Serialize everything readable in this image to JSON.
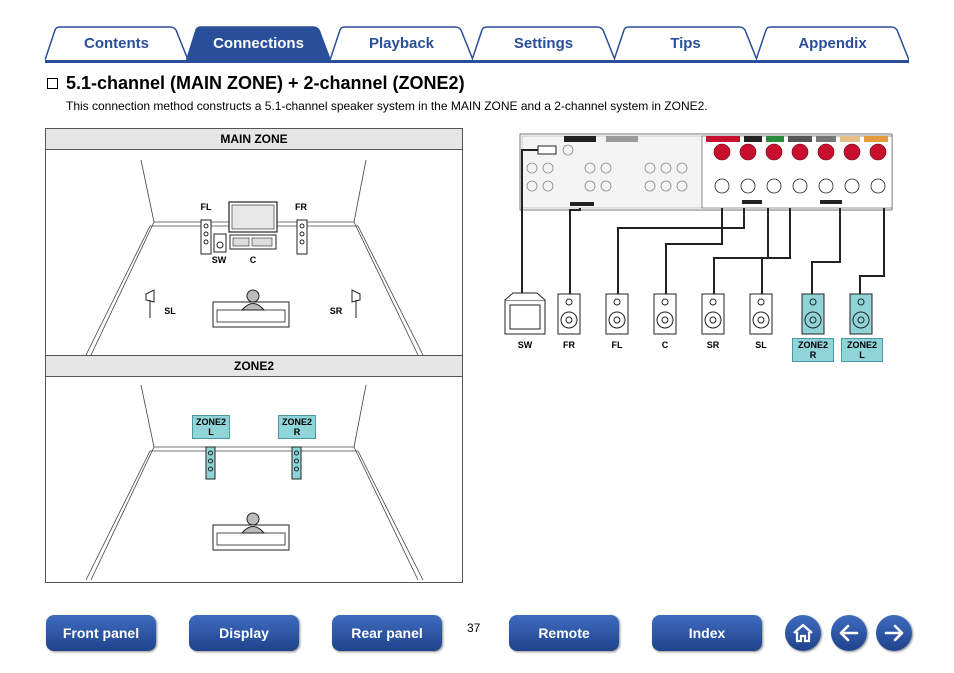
{
  "tabs": [
    {
      "label": "Contents",
      "active": false
    },
    {
      "label": "Connections",
      "active": true
    },
    {
      "label": "Playback",
      "active": false
    },
    {
      "label": "Settings",
      "active": false
    },
    {
      "label": "Tips",
      "active": false
    },
    {
      "label": "Appendix",
      "active": false
    }
  ],
  "heading": "5.1-channel (MAIN ZONE) + 2-channel (ZONE2)",
  "description": "This connection method constructs a 5.1-channel speaker system in the MAIN ZONE and a 2-channel system in ZONE2.",
  "main_zone": {
    "title": "MAIN ZONE",
    "labels": {
      "fl": "FL",
      "fr": "FR",
      "sw": "SW",
      "c": "C",
      "sl": "SL",
      "sr": "SR"
    }
  },
  "zone2": {
    "title": "ZONE2",
    "left_tag": {
      "line1": "ZONE2",
      "line2": "L"
    },
    "right_tag": {
      "line1": "ZONE2",
      "line2": "R"
    }
  },
  "connection": {
    "speakers": [
      "SW",
      "FR",
      "FL",
      "C",
      "SR",
      "SL"
    ],
    "zone2_speakers": [
      {
        "line1": "ZONE2",
        "line2": "R"
      },
      {
        "line1": "ZONE2",
        "line2": "L"
      }
    ]
  },
  "colors": {
    "accent": "#2a4f9a",
    "zone2_tag": "#8fd4d8",
    "terminal_red": "#c8102e"
  },
  "page_number": "37",
  "nav": {
    "front_panel": "Front panel",
    "display": "Display",
    "rear_panel": "Rear panel",
    "remote": "Remote",
    "index": "Index"
  },
  "icons": {
    "home": "home-icon",
    "back": "arrow-left-icon",
    "forward": "arrow-right-icon"
  }
}
